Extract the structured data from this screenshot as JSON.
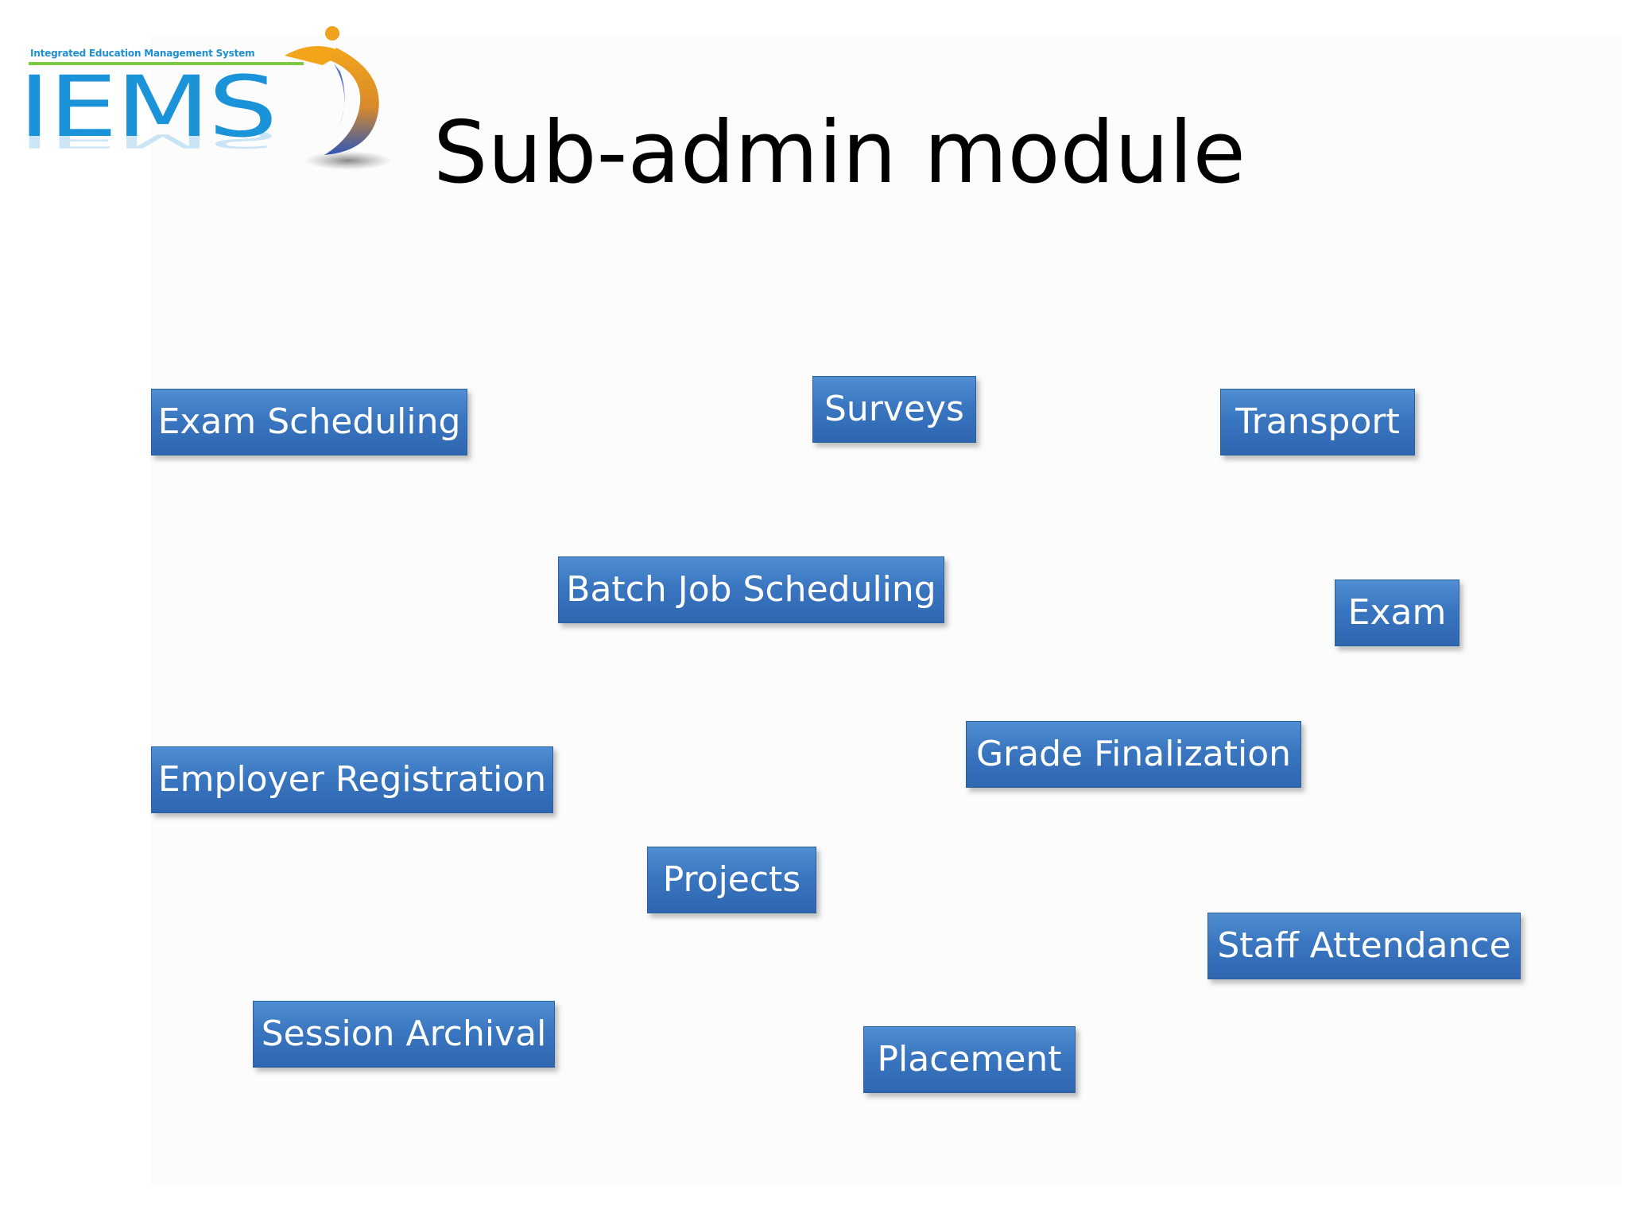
{
  "logo": {
    "tagline": "Integrated Education Management System",
    "wordmark": "IEMS"
  },
  "title": "Sub-admin module",
  "modules": [
    "Exam Scheduling",
    "Surveys",
    "Transport",
    "Batch Job Scheduling",
    "Exam",
    "Employer Registration",
    "Grade Finalization",
    "Projects",
    "Staff Attendance",
    "Session Archival",
    "Placement"
  ],
  "colors": {
    "module_fill": "#3a76c0",
    "logo_blue": "#1a93d8",
    "logo_green": "#7ec942",
    "logo_orange": "#f0a21c",
    "title_text": "#000000"
  }
}
